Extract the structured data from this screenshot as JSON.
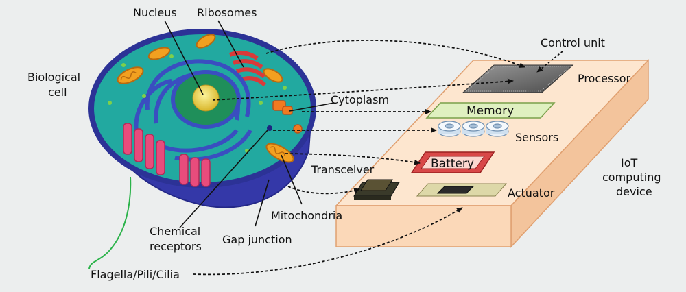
{
  "cell": {
    "title_line1": "Biological",
    "title_line2": "cell",
    "nucleus": "Nucleus",
    "ribosomes": "Ribosomes",
    "cytoplasm": "Cytoplasm",
    "mitochondria": "Mitochondria",
    "chemical_receptors_line1": "Chemical",
    "chemical_receptors_line2": "receptors",
    "gap_junction": "Gap junction",
    "flagella": "Flagella/Pili/Cilia"
  },
  "device": {
    "title_line1": "IoT",
    "title_line2": "computing",
    "title_line3": "device",
    "control_unit": "Control unit",
    "processor": "Processor",
    "memory": "Memory",
    "sensors": "Sensors",
    "battery": "Battery",
    "transceiver": "Transceiver",
    "actuator": "Actuator"
  },
  "colors": {
    "background": "#eceeee",
    "box_front": "#fbd8b8",
    "box_top": "#fde6cf",
    "box_side": "#f3c49c",
    "box_edge": "#e0a070",
    "cell_outer": "#3b3fb0",
    "cytoplasm": "#20a8a0",
    "nucleus_green": "#1f8f5a",
    "nucleolus": "#e8d84a",
    "mitochondria": "#f2a020",
    "golgi": "#e84c7c",
    "memory": "#dff0c0",
    "battery": "#e05050",
    "flagella": "#2bb34a"
  }
}
